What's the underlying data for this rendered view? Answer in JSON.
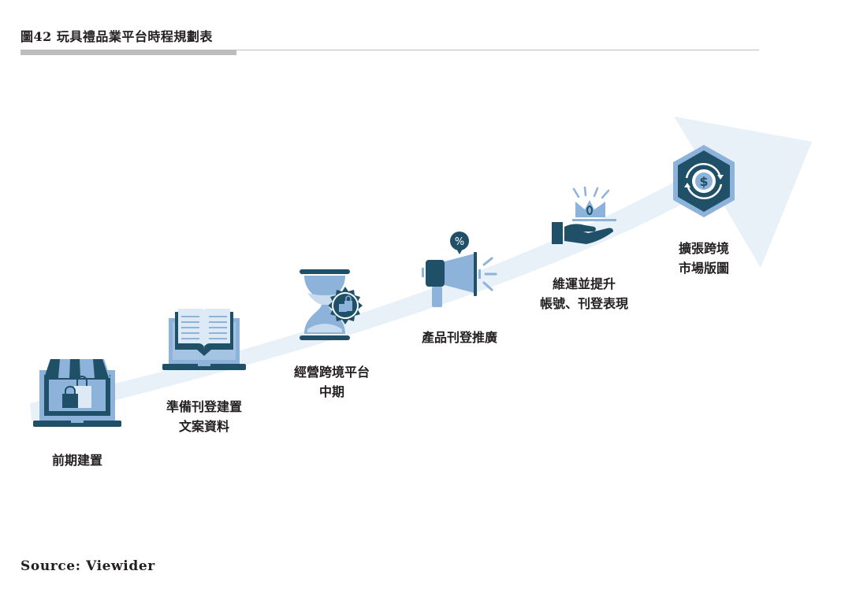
{
  "figure": {
    "title": "圖42 玩具禮品業平台時程規劃表",
    "source": "Source: Viewider"
  },
  "colors": {
    "dark": "#1f5068",
    "light": "#8db3da",
    "pale": "#c9dcef",
    "arrow": "#e8f0f8",
    "rule": "#bdbdbd"
  },
  "steps": [
    {
      "icon": "storefront-laptop-icon",
      "line1": "前期建置",
      "line2": ""
    },
    {
      "icon": "book-laptop-icon",
      "line1": "準備刊登建置",
      "line2": "文案資料"
    },
    {
      "icon": "hourglass-shopping-icon",
      "line1": "經營跨境平台",
      "line2": "中期"
    },
    {
      "icon": "megaphone-percent-icon",
      "line1": "產品刊登推廣",
      "line2": ""
    },
    {
      "icon": "hand-crown-icon",
      "line1": "維運並提升",
      "line2": "帳號、刊登表現"
    },
    {
      "icon": "hexagon-dollar-cycle-icon",
      "line1": "擴張跨境",
      "line2": "市場版圖"
    }
  ]
}
